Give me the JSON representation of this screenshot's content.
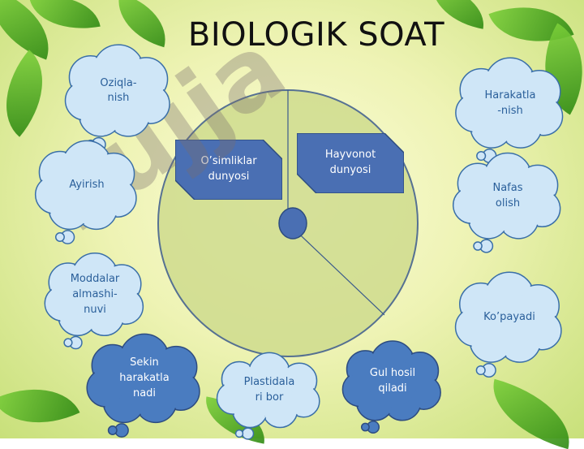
{
  "slide": {
    "title": "BIOLOGIK SOAT",
    "center": {
      "left_box": "O’simliklar dunyosi",
      "right_box": "Hayvonot dunyosi"
    },
    "clouds": {
      "oziqlanish": "Oziqla-\nnish",
      "harakatlanish": "Harakatla\n-nish",
      "ayirish": "Ayirish",
      "nafas": "Nafas\nolish",
      "moddalar": "Moddalar\nalmashi-\nnuvi",
      "kopayadi": "Ko’payadi",
      "sekin": "Sekin\nharakatla\nnadi",
      "plastidalari": "Plastidala\nri bor",
      "gul": "Gul hosil\nqiladi"
    }
  },
  "colors": {
    "cloud_light": "#cfe6f7",
    "cloud_dark": "#4a7cc0",
    "box": "#4a6fb3",
    "clock_face": "#cfdc8e"
  },
  "icons": [
    "leaf-decoration",
    "watermark-diagonal"
  ]
}
